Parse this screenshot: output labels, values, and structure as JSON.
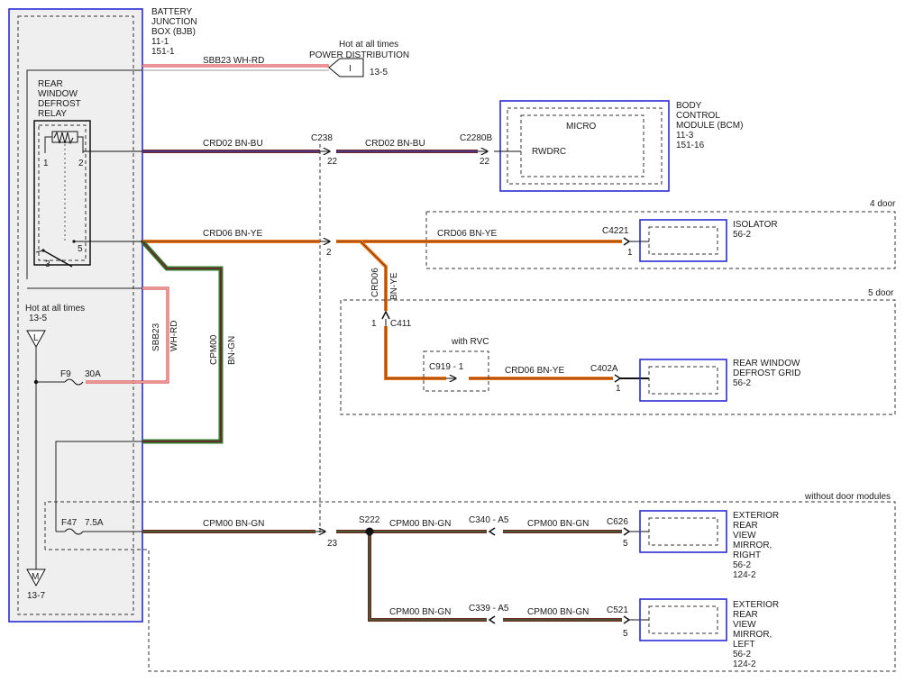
{
  "bjb": {
    "name": [
      "BATTERY",
      "JUNCTION",
      "BOX (BJB)"
    ],
    "refs": [
      "11-1",
      "151-1"
    ]
  },
  "power": {
    "wire": "SBB23   WH-RD",
    "hot": "Hot at all times",
    "title": "POWER DISTRIBUTION",
    "conn": "I",
    "ref": "13-5"
  },
  "relay": {
    "name": [
      "REAR",
      "WINDOW",
      "DEFROST",
      "RELAY"
    ],
    "pins": {
      "p1": "1",
      "p2": "2",
      "p3": "3",
      "p5": "5"
    }
  },
  "bcm": {
    "name": [
      "BODY",
      "CONTROL",
      "MODULE (BCM)"
    ],
    "refs": [
      "11-3",
      "151-16"
    ],
    "micro": "MICRO",
    "pin": "RWDRC"
  },
  "wires": {
    "crd02_a": "CRD02   BN-BU",
    "crd02_b": "CRD02   BN-BU",
    "crd06_a": "CRD06   BN-YE",
    "crd06_b": "CRD06   BN-YE",
    "crd06_vert_a": "CRD06",
    "crd06_vert_b": "BN-YE",
    "crd06_c": "CRD06   BN-YE",
    "sbb23_vert_a": "SBB23",
    "sbb23_vert_b": "WH-RD",
    "cpm00_vert_a": "CPM00",
    "cpm00_vert_b": "BN-GN",
    "cpm00_a": "CPM00   BN-GN",
    "cpm00_b": "CPM00   BN-GN",
    "cpm00_c": "CPM00   BN-GN",
    "cpm00_d": "CPM00   BN-GN",
    "cpm00_e": "CPM00   BN-GN"
  },
  "connectors": {
    "c238": "C238",
    "c238_pin22": "22",
    "c238_pin2": "2",
    "c238_pin23": "23",
    "c2280b": "C2280B",
    "c2280b_pin": "22",
    "c4221": "C4221",
    "c4221_pin": "1",
    "c411": "C411",
    "c411_pin": "1",
    "c919": "C919  -  1",
    "c402a": "C402A",
    "c402a_pin": "1",
    "s222": "S222",
    "c340": "C340  -  A5",
    "c626": "C626",
    "c626_pin": "5",
    "c339": "C339  -  A5",
    "c521": "C521",
    "c521_pin": "5"
  },
  "variants": {
    "four_door": "4 door",
    "five_door": "5 door",
    "with_rvc": "with RVC",
    "without_door_modules": "without door modules"
  },
  "isolator": {
    "name": [
      "ISOLATOR"
    ],
    "ref": "56-2"
  },
  "grid": {
    "name": [
      "REAR WINDOW",
      "DEFROST GRID"
    ],
    "ref": "56-2"
  },
  "mirror_right": {
    "name": [
      "EXTERIOR",
      "REAR",
      "VIEW",
      "MIRROR,",
      "RIGHT"
    ],
    "refs": [
      "56-2",
      "124-2"
    ]
  },
  "mirror_left": {
    "name": [
      "EXTERIOR",
      "REAR",
      "VIEW",
      "MIRROR,",
      "LEFT"
    ],
    "refs": [
      "56-2",
      "124-2"
    ]
  },
  "fuses": {
    "f9": "F9",
    "f9_rating": "30A",
    "f47": "F47",
    "f47_rating": "7.5A"
  },
  "hot_left": {
    "label": "Hot at all times",
    "ref": "13-5",
    "conn": "L"
  },
  "ground": {
    "conn": "M",
    "ref": "13-7"
  },
  "colors": {
    "brown": "#6b2a2a",
    "orange": "#f07c14",
    "yellow": "#f2b84b",
    "green": "#2f7d2f",
    "red": "#d42a2a",
    "blue_box": "#2b2bd6",
    "bjb_fill": "#efefef"
  }
}
